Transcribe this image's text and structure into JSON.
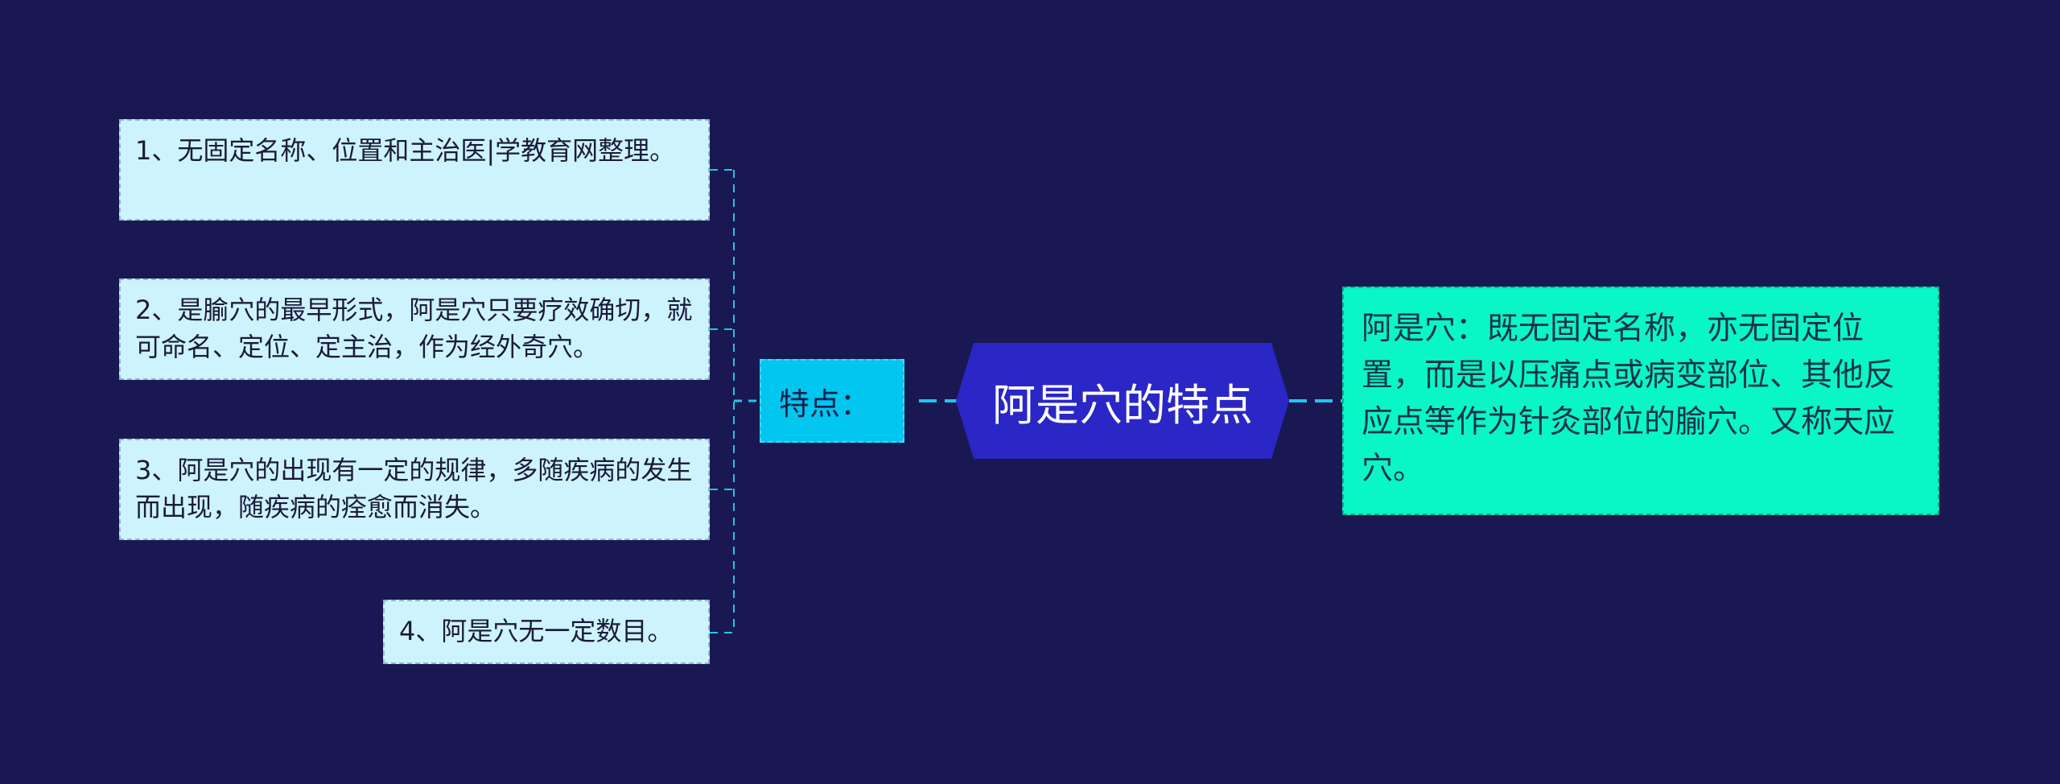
{
  "center": {
    "label": "阿是穴的特点"
  },
  "branch": {
    "label": "特点："
  },
  "leaves": [
    {
      "text": "1、无固定名称、位置和主治医|学教育网整理。"
    },
    {
      "text": "2、是腧穴的最早形式，阿是穴只要疗效确切，就可命名、定位、定主治，作为经外奇穴。"
    },
    {
      "text": "3、阿是穴的出现有一定的规律，多随疾病的发生而出现，随疾病的痊愈而消失。"
    },
    {
      "text": "4、阿是穴无一定数目。"
    }
  ],
  "right": {
    "text": "阿是穴：既无固定名称，亦无固定位置，而是以压痛点或病变部位、其他反应点等作为针灸部位的腧穴。又称天应穴。"
  },
  "colors": {
    "background": "#191852",
    "center_fill": "#2a27c6",
    "branch_fill": "#00c6f0",
    "leaf_fill": "#cdf3fd",
    "right_fill": "#08f7c4",
    "connector": "#1ec8e8"
  }
}
